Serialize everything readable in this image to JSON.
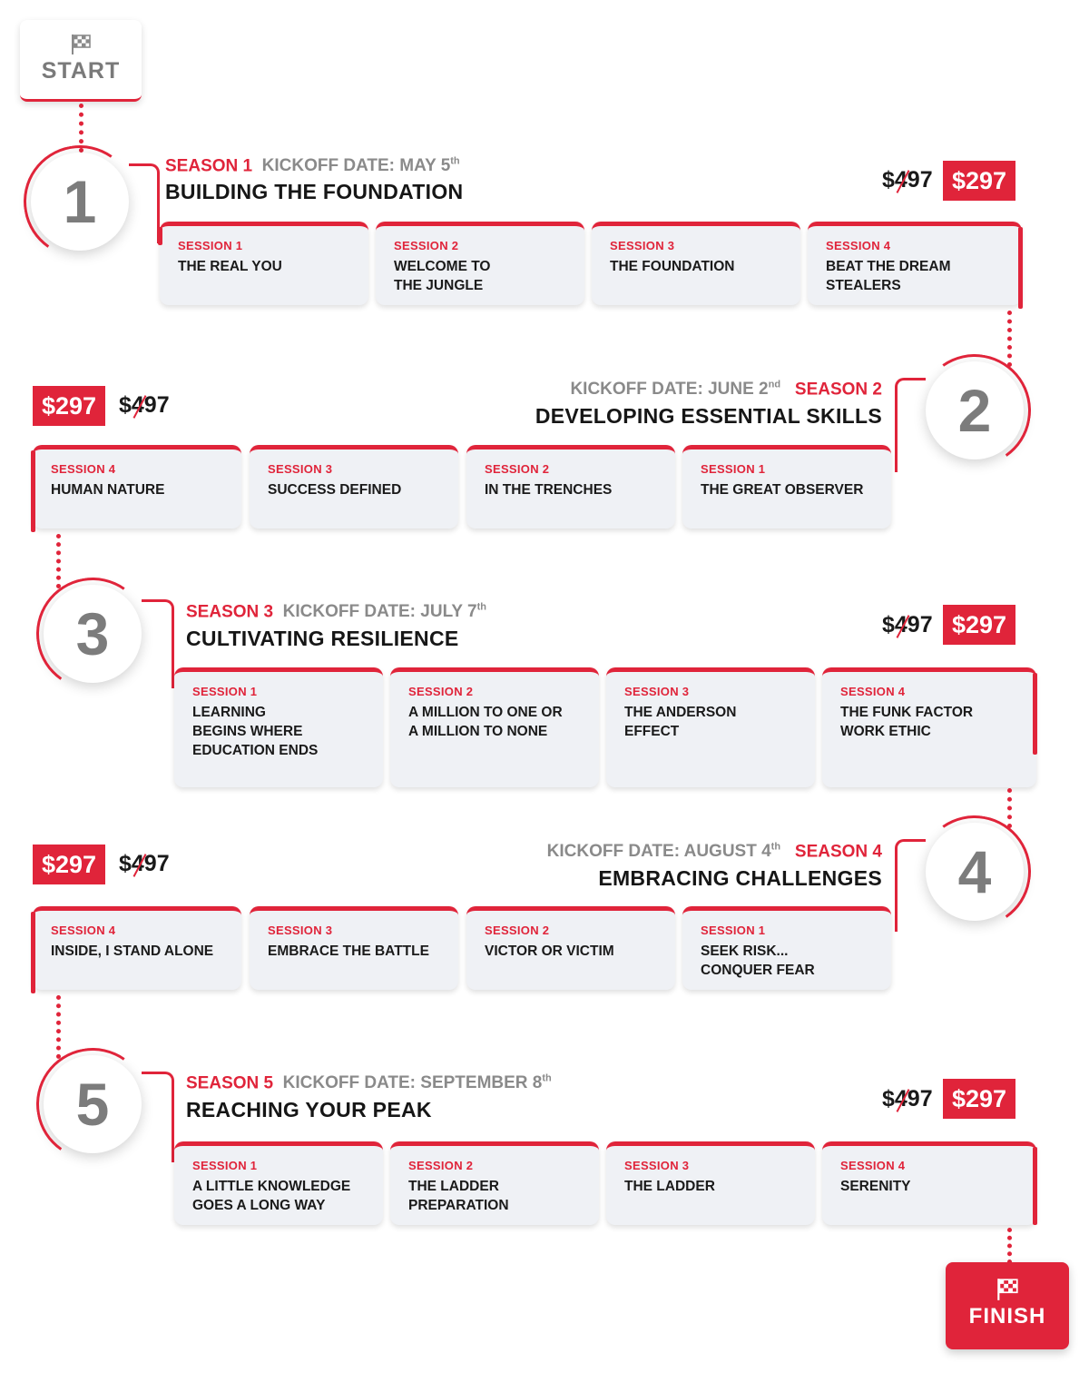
{
  "start": {
    "label": "START",
    "icon": "flag-icon"
  },
  "finish": {
    "label": "FINISH",
    "icon": "flag-icon"
  },
  "accent_color": "#e0243a",
  "seasons": [
    {
      "number": "1",
      "season_label": "SEASON 1",
      "kickoff_label": "KICKOFF DATE: MAY 5",
      "kickoff_sup": "th",
      "title": "BUILDING THE FOUNDATION",
      "old_price": "$497",
      "new_price": "$297",
      "sessions": [
        {
          "label": "SESSION 1",
          "title": "THE REAL YOU"
        },
        {
          "label": "SESSION 2",
          "title": "WELCOME TO\nTHE JUNGLE"
        },
        {
          "label": "SESSION 3",
          "title": "THE FOUNDATION"
        },
        {
          "label": "SESSION 4",
          "title": "BEAT THE DREAM\nSTEALERS"
        }
      ]
    },
    {
      "number": "2",
      "season_label": "SEASON 2",
      "kickoff_label": "KICKOFF DATE: JUNE 2",
      "kickoff_sup": "nd",
      "title": "DEVELOPING ESSENTIAL SKILLS",
      "old_price": "$497",
      "new_price": "$297",
      "sessions": [
        {
          "label": "SESSION 4",
          "title": "HUMAN NATURE"
        },
        {
          "label": "SESSION 3",
          "title": "SUCCESS DEFINED"
        },
        {
          "label": "SESSION 2",
          "title": "IN THE TRENCHES"
        },
        {
          "label": "SESSION 1",
          "title": "THE GREAT OBSERVER"
        }
      ]
    },
    {
      "number": "3",
      "season_label": "SEASON 3",
      "kickoff_label": "KICKOFF DATE: JULY 7",
      "kickoff_sup": "th",
      "title": "CULTIVATING RESILIENCE",
      "old_price": "$497",
      "new_price": "$297",
      "sessions": [
        {
          "label": "SESSION 1",
          "title": "LEARNING\nBEGINS WHERE\nEDUCATION ENDS"
        },
        {
          "label": "SESSION 2",
          "title": "A MILLION TO ONE OR\nA MILLION TO NONE"
        },
        {
          "label": "SESSION 3",
          "title": "THE ANDERSON\nEFFECT"
        },
        {
          "label": "SESSION 4",
          "title": "THE FUNK FACTOR\nWORK ETHIC"
        }
      ]
    },
    {
      "number": "4",
      "season_label": "SEASON 4",
      "kickoff_label": "KICKOFF DATE: AUGUST 4",
      "kickoff_sup": "th",
      "title": "EMBRACING CHALLENGES",
      "old_price": "$497",
      "new_price": "$297",
      "sessions": [
        {
          "label": "SESSION 4",
          "title": "INSIDE, I STAND ALONE"
        },
        {
          "label": "SESSION 3",
          "title": "EMBRACE THE BATTLE"
        },
        {
          "label": "SESSION 2",
          "title": "VICTOR OR VICTIM"
        },
        {
          "label": "SESSION 1",
          "title": "SEEK RISK...\nCONQUER FEAR"
        }
      ]
    },
    {
      "number": "5",
      "season_label": "SEASON 5",
      "kickoff_label": "KICKOFF DATE: SEPTEMBER 8",
      "kickoff_sup": "th",
      "title": "REACHING YOUR PEAK",
      "old_price": "$497",
      "new_price": "$297",
      "sessions": [
        {
          "label": "SESSION 1",
          "title": "A LITTLE KNOWLEDGE\nGOES A LONG WAY"
        },
        {
          "label": "SESSION 2",
          "title": "THE LADDER\nPREPARATION"
        },
        {
          "label": "SESSION 3",
          "title": "THE LADDER"
        },
        {
          "label": "SESSION 4",
          "title": "SERENITY"
        }
      ]
    }
  ]
}
